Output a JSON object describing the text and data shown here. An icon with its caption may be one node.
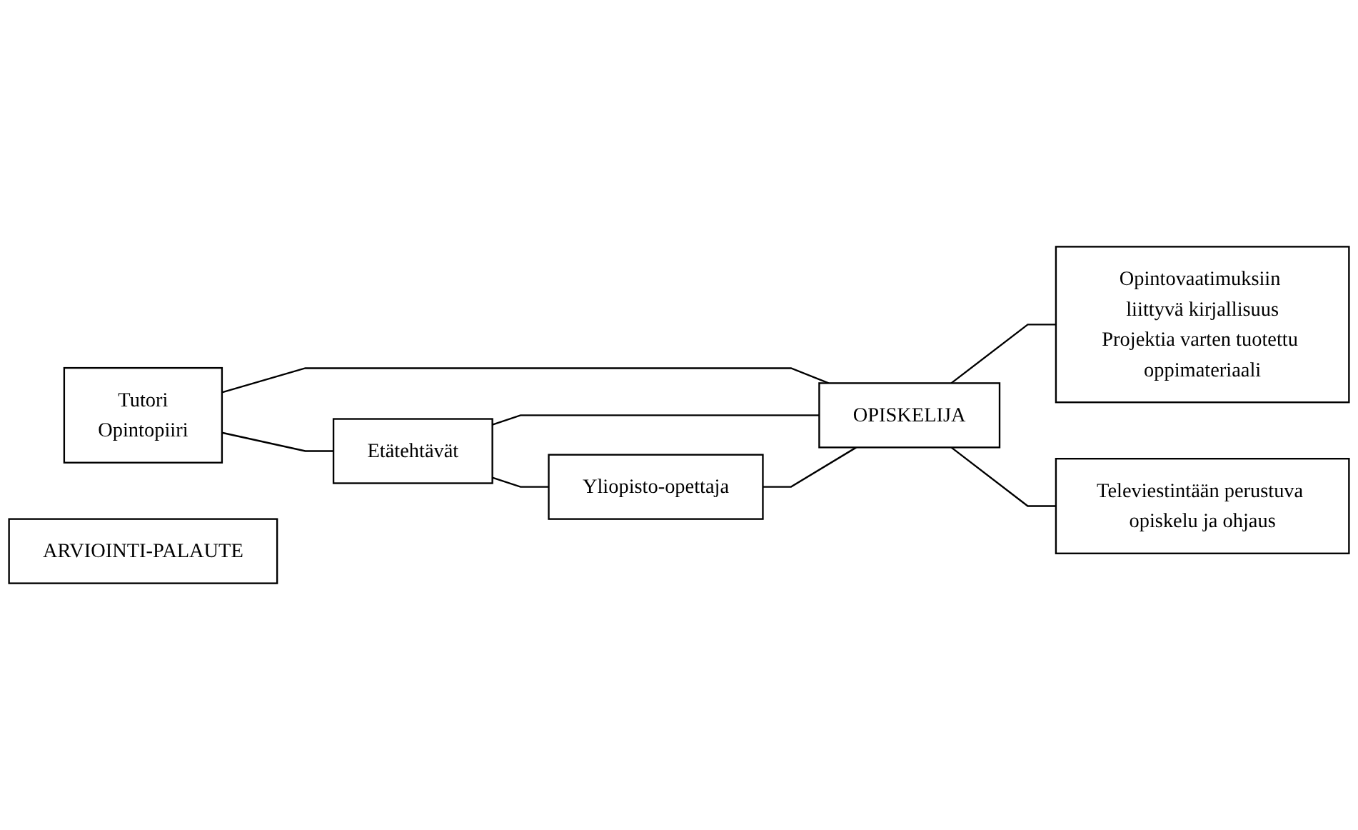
{
  "diagram": {
    "nodes": [
      {
        "text": [
          "Tutori",
          "Opintopiiri"
        ]
      },
      {
        "text": [
          "Etätehtävät"
        ]
      },
      {
        "text": [
          "Yliopisto-opettaja"
        ]
      },
      {
        "text": [
          "OPISKELIJA"
        ]
      },
      {
        "text": [
          "Opintovaatimuksiin liittyvä kirjallisuus",
          "Projektia varten tuotettu oppimateriaali"
        ]
      },
      {
        "text": [
          "Televiestintään perustuva opiskelu ja ohjaus"
        ]
      },
      {
        "text": [
          "ARVIOINTI-PALAUTE"
        ]
      }
    ],
    "edges": [
      {
        "from": 0,
        "to": 1,
        "arrow": "none"
      },
      {
        "from": 1,
        "to": 2,
        "arrow": "none"
      },
      {
        "from": 0,
        "to": 3,
        "arrow": "none"
      },
      {
        "from": 1,
        "to": 3,
        "arrow": "none"
      },
      {
        "from": 2,
        "to": 3,
        "arrow": "none"
      },
      {
        "from": 3,
        "to": 4,
        "arrow": "none"
      },
      {
        "from": 3,
        "to": 5,
        "arrow": "none"
      }
    ]
  }
}
